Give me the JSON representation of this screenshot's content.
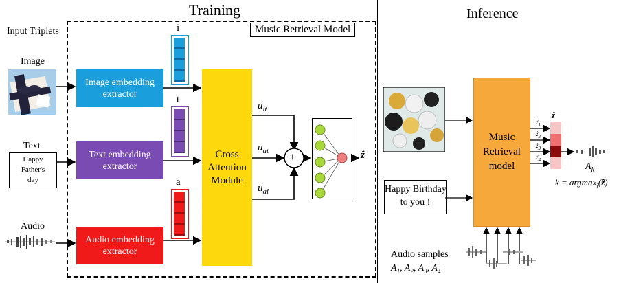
{
  "training": {
    "title": "Training",
    "input_triplets_label": "Input Triplets",
    "model_box_label": "Music Retrieval Model",
    "inputs": {
      "image_label": "Image",
      "text_label": "Text",
      "text_sample": [
        "Happy",
        "Father's",
        "day"
      ],
      "audio_label": "Audio"
    },
    "extractors": {
      "image": "Image embedding extractor",
      "text": "Text embedding extractor",
      "audio": "Audio embedding extractor"
    },
    "embeddings": {
      "image": "i",
      "text": "t",
      "audio": "a"
    },
    "cross_attention": "Cross Attention Module",
    "features": [
      "u_it",
      "u_at",
      "u_ai"
    ],
    "sum_symbol": "+",
    "output": "ẑ"
  },
  "inference": {
    "title": "Inference",
    "model_label": "Music Retrieval model",
    "text_input": [
      "Happy Birthday",
      "to you !"
    ],
    "outputs": [
      "ẑ1",
      "ẑ2",
      "ẑ3",
      "ẑ4"
    ],
    "vector_label": "ẑ",
    "selected": "A_k",
    "formula": "k = argmax_i(ẑ)",
    "audio_samples_label": "Audio samples",
    "audio_samples_list": "A1, A2, A3, A4"
  },
  "colors": {
    "image_extractor": "#1a9fdc",
    "text_extractor": "#7a4bb3",
    "audio_extractor": "#f01a1a",
    "cross_attention": "#fcd80c",
    "music_model": "#f6a83a",
    "mlp_node": "#a9d83a",
    "mlp_output": "#f08080"
  }
}
